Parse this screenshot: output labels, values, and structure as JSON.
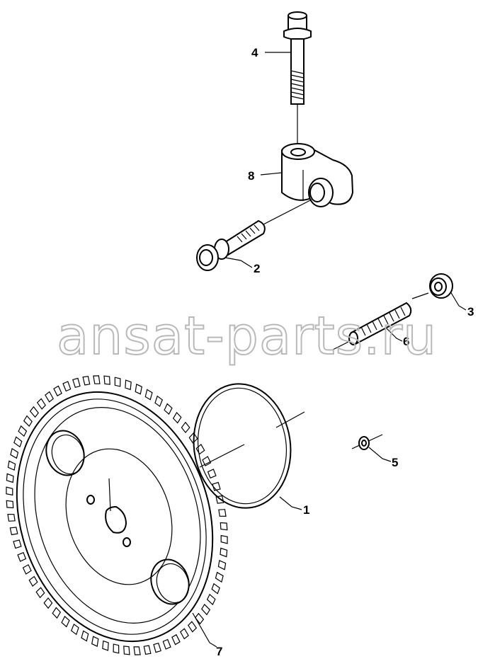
{
  "watermark": "ansat-parts.ru",
  "callouts": [
    {
      "id": "1",
      "label": "1"
    },
    {
      "id": "2",
      "label": "2"
    },
    {
      "id": "3",
      "label": "3"
    },
    {
      "id": "4",
      "label": "4"
    },
    {
      "id": "5",
      "label": "5"
    },
    {
      "id": "6",
      "label": "6"
    },
    {
      "id": "7",
      "label": "7"
    },
    {
      "id": "8",
      "label": "8"
    }
  ]
}
